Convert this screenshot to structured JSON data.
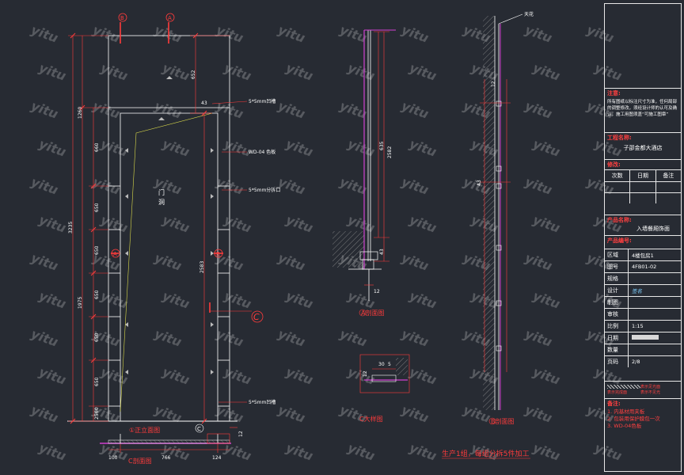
{
  "drawing": {
    "markers_top": [
      "B",
      "A"
    ],
    "dims_front_vertical": [
      "1260",
      "3235",
      "1975",
      "660",
      "650",
      "650",
      "650",
      "650",
      "650",
      "60",
      "25"
    ],
    "dims_door_vertical": [
      "652",
      "2583"
    ],
    "dim_small_a": "43",
    "callout_groove_top": "5*5mm凹槽",
    "callout_panel": "WD-04 色板",
    "callout_split": "5*5mm分拆口",
    "callout_groove_bottom": "5*5mm凹槽",
    "door_label": "门\n洞",
    "door_label_top": "门",
    "door_label_bottom": "洞",
    "marker_a_mid": "A",
    "marker_b_mid": "B",
    "section_c_marker": "C",
    "front_view_label": "①正立面图",
    "section_c_label": "C剖面图",
    "section_c_small": "C",
    "dims_bottom": [
      "100",
      "766",
      "124"
    ],
    "dim_side_12": "12",
    "section_a_dims": [
      "635",
      "2582",
      "43",
      "12"
    ],
    "section_a_label": "A剖面图",
    "detail_label": "C大样图",
    "detail_dims": [
      "30",
      "5",
      "12"
    ],
    "production_note": "生产1组，每组分拆5件加工",
    "ceiling_label": "天花",
    "section_b_dims": [
      "12",
      "43"
    ],
    "section_b_label": "B剖面图",
    "watermark": "yitu"
  },
  "title_block": {
    "notes_heading": "注意:",
    "notes_text": "所有图纸以标注尺寸为准，任何局部的调整修改，须经设计师的认可及确认，施工用图须盖“可施工图章”",
    "project_heading": "工程名称:",
    "project_name": "子邵金都大酒店",
    "revision_heading": "修改:",
    "revision_cols": [
      "次数",
      "日期",
      "备注"
    ],
    "product_heading": "产品名称:",
    "product_name": "入墙餐厢饰面",
    "code_heading": "产品编号:",
    "rows": [
      {
        "k": "区域",
        "v": "4楼包房1"
      },
      {
        "k": "图号",
        "v": "4FB01-02"
      },
      {
        "k": "规格",
        "v": ""
      },
      {
        "k": "设计",
        "v": "签名"
      },
      {
        "k": "制图",
        "v": ""
      },
      {
        "k": "审核",
        "v": ""
      },
      {
        "k": "比例",
        "v": "1:15"
      },
      {
        "k": "日期",
        "v": ""
      },
      {
        "k": "数量",
        "v": ""
      },
      {
        "k": "页码",
        "v": "2/8"
      }
    ],
    "legend_left": "表示完成面",
    "legend_right_1": "表示见光面",
    "legend_right_2": "表示不见光",
    "remarks_heading": "备注:",
    "remarks": [
      "1. 内基材用夹板",
      "2. 包装用保护膜包一次",
      "3. WD-04色板"
    ]
  },
  "colors": {
    "background": "#272b33",
    "line_white": "#ffffff",
    "line_red": "#ff3b3b",
    "line_yellow": "#d9d94a",
    "line_magenta": "#d040d0",
    "hatch": "#9a9a9a"
  }
}
